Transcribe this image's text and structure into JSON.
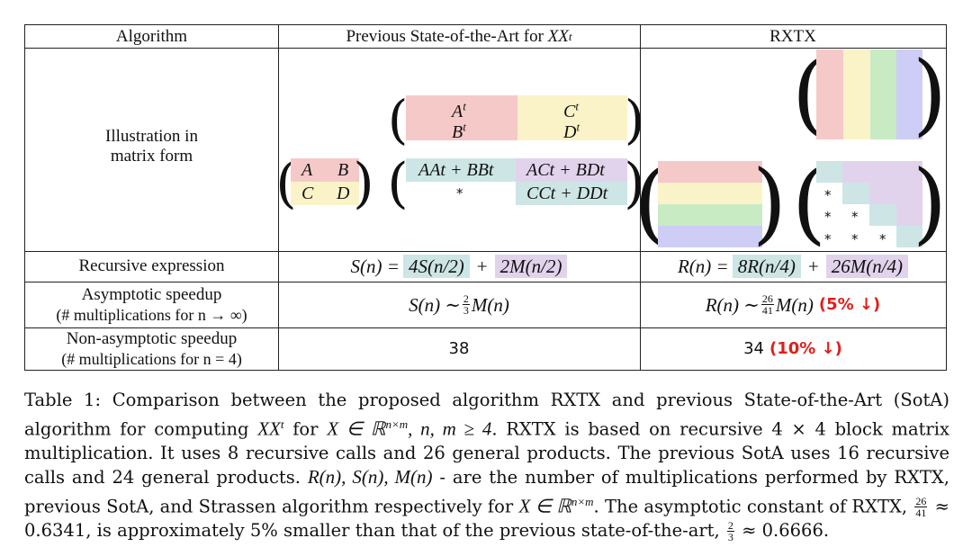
{
  "table": {
    "headers": {
      "col1": "Algorithm",
      "col2_prefix": "Previous State-of-the-Art for ",
      "col2_math": "XX",
      "col2_sup": "t",
      "col3": "RXTX"
    },
    "row_labels": {
      "illustration_line1": "Illustration in",
      "illustration_line2": "matrix form",
      "recursive": "Recursive expression",
      "asymptotic_line1": "Asymptotic speedup",
      "asymptotic_line2": "(# multiplications for n → ∞)",
      "nonasymptotic_line1": "Non-asymptotic speedup",
      "nonasymptotic_line2": "(# multiplications for n = 4)"
    },
    "sota_matrix": {
      "left": [
        "A",
        "B",
        "C",
        "D"
      ],
      "top": [
        "At",
        "Ct",
        "Bt",
        "Dt"
      ],
      "result": [
        "AAt + BBt",
        "ACt + BDt",
        "*",
        "CCt + DDt"
      ]
    },
    "rxtx_stars": [
      "*",
      "*",
      "*",
      "*",
      "*",
      "*"
    ],
    "recursive": {
      "sota_lhs": "S(n) =",
      "sota_term1": "4S(n/2)",
      "sota_plus": "+",
      "sota_term2": "2M(n/2)",
      "rxtx_lhs": "R(n) =",
      "rxtx_term1": "8R(n/4)",
      "rxtx_plus": "+",
      "rxtx_term2": "26M(n/4)"
    },
    "asymptotic": {
      "sota_lhs": "S(n) ∼",
      "sota_frac_num": "2",
      "sota_frac_den": "3",
      "sota_rhs": "M(n)",
      "rxtx_lhs": "R(n) ∼",
      "rxtx_frac_num": "26",
      "rxtx_frac_den": "41",
      "rxtx_rhs": "M(n)",
      "rxtx_gain": "(5% ↓)"
    },
    "nonasymptotic": {
      "sota": "38",
      "rxtx_value": "34",
      "rxtx_gain": "(10% ↓)"
    }
  },
  "caption": {
    "p1": "Table 1: Comparison between the proposed algorithm RXTX and previous State-of-the-Art (SotA) algorithm for computing ",
    "m1": "XX",
    "m1_sup": "t",
    "p2": " for ",
    "m2": "X ∈ ℝ",
    "m2_sup": "n×m",
    "m3": ", n, m ≥ 4",
    "p3": ". RXTX is based on recursive 4 × 4 block matrix multiplication. It uses 8 recursive calls and 26 general products. The previous SotA uses 16 recursive calls and 24 general products. ",
    "m4": "R(n), S(n), M(n)",
    "p4": " - are the number of multiplications performed by RXTX, previous SotA, and Strassen algorithm respectively for ",
    "m5": "X ∈ ℝ",
    "m5_sup": "n×m",
    "p5": ". The asymptotic constant of RXTX, ",
    "frac1_num": "26",
    "frac1_den": "41",
    "p6": " ≈ 0.6341, is approximately 5% smaller than that of the previous state-of-the-art, ",
    "frac2_num": "2",
    "frac2_den": "3",
    "p7": " ≈ 0.6666."
  },
  "colors": {
    "red": "#f6c9c9",
    "yellow": "#fbf3c8",
    "green": "#c9ebc4",
    "blue": "#cdcdf6",
    "teal": "#cde5e5",
    "purple": "#e2d3ec",
    "gain": "#e0201b"
  }
}
